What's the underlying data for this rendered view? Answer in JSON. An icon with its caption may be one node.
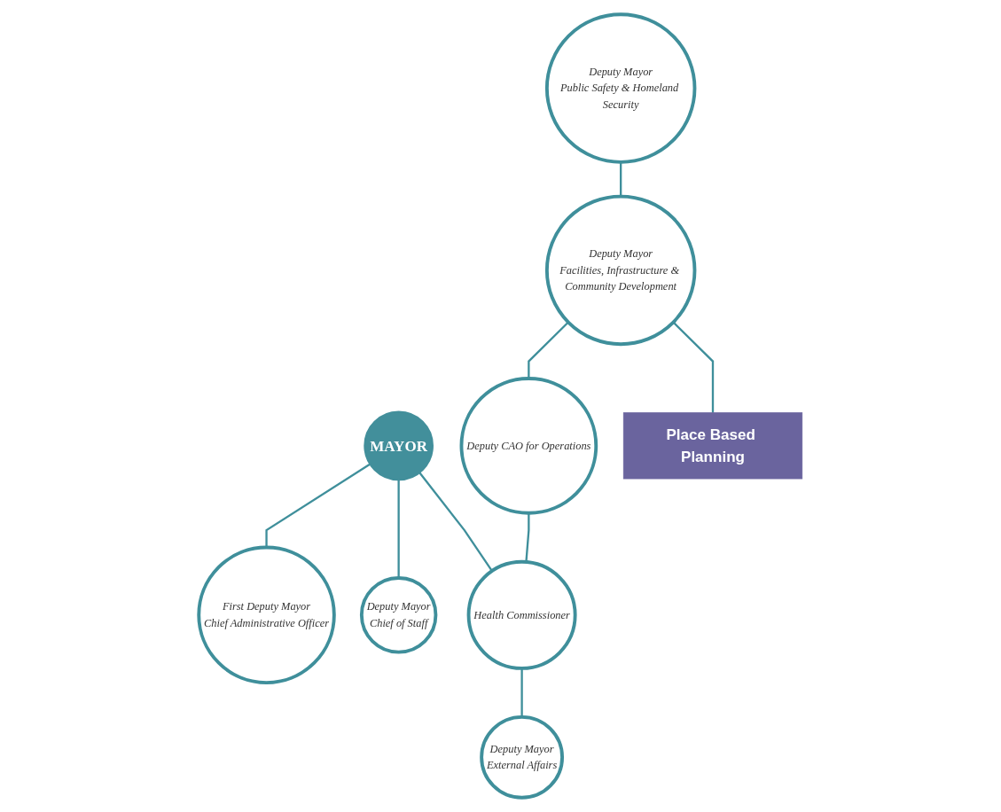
{
  "diagram": {
    "nodes": [
      {
        "text": [
          "MAYOR"
        ]
      },
      {
        "text": [
          "First Deputy Mayor",
          "Chief Administrative Officer"
        ]
      },
      {
        "text": [
          "Deputy Mayor",
          "Chief of Staff"
        ]
      },
      {
        "text": [
          "Deputy Mayor",
          "Public Safety & Homeland Security"
        ]
      },
      {
        "text": [
          "Deputy Mayor",
          "Facilities, Infrastructure & Community Development"
        ]
      },
      {
        "text": [
          "Deputy CAO for Operations"
        ]
      },
      {
        "text": [
          "Health Commissioner"
        ]
      },
      {
        "text": [
          "Deputy Mayor",
          "External Affairs"
        ]
      },
      {
        "text": [
          "Place Based Planning"
        ]
      }
    ],
    "edges": [
      {
        "from": 0,
        "to": 1,
        "arrow": "none"
      },
      {
        "from": 0,
        "to": 2,
        "arrow": "none"
      },
      {
        "from": 0,
        "to": 6,
        "arrow": "none"
      },
      {
        "from": 3,
        "to": 4,
        "arrow": "none"
      },
      {
        "from": 4,
        "to": 5,
        "arrow": "none"
      },
      {
        "from": 5,
        "to": 6,
        "arrow": "none"
      },
      {
        "from": 6,
        "to": 7,
        "arrow": "none"
      },
      {
        "from": 4,
        "to": 8,
        "arrow": "none"
      }
    ]
  }
}
